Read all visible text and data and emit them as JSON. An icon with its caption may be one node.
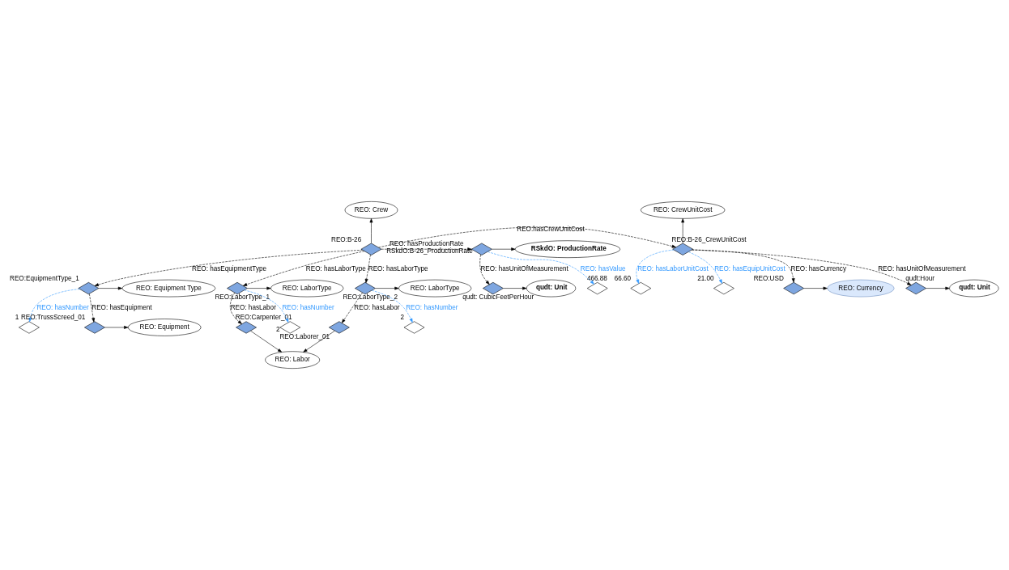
{
  "diagram": {
    "nodes": [
      {
        "text": [
          "REO: CrewUnitCost"
        ]
      },
      {
        "text": [
          "REO: Crew"
        ]
      },
      {
        "text": [],
        "shape": "diamond",
        "beside": [
          "REO:B-26_CrewUnitCost"
        ]
      },
      {
        "text": [],
        "shape": "diamond",
        "beside": [
          "REO:B-26"
        ]
      },
      {
        "text": [],
        "shape": "diamond",
        "beside": [
          "RSkdO:B-26_ProductionRate"
        ]
      },
      {
        "text": [
          "RSkdO: ProductionRate"
        ]
      },
      {
        "text": [
          "qudt: Unit"
        ]
      },
      {
        "text": [],
        "shape": "diamond",
        "beside": [
          "qudt:Hour"
        ]
      },
      {
        "text": [],
        "shape": "diamond",
        "beside": [
          "66.60"
        ]
      },
      {
        "text": [],
        "shape": "diamond",
        "beside": [
          "466.88"
        ]
      },
      {
        "text": [],
        "shape": "diamond",
        "beside": [
          "qudt: CubicFeetPerHour"
        ]
      },
      {
        "text": [
          "qudt: Unit"
        ]
      },
      {
        "text": [],
        "shape": "diamond",
        "beside": [
          "21.00"
        ]
      },
      {
        "text": [
          "REO: Currency"
        ]
      },
      {
        "text": [],
        "shape": "diamond",
        "beside": [
          "REO:USD"
        ]
      },
      {
        "text": [
          "REO: LaborType"
        ]
      },
      {
        "text": [],
        "shape": "diamond",
        "beside": [
          "REO:LaborType_1"
        ]
      },
      {
        "text": [],
        "shape": "diamond",
        "beside": [
          "REO:LaborType_2"
        ]
      },
      {
        "text": [
          "REO: LaborType"
        ]
      },
      {
        "text": [],
        "shape": "diamond",
        "beside": [
          "REO:EquipmentType_1"
        ]
      },
      {
        "text": [
          "REO: Equipment Type"
        ]
      },
      {
        "text": [],
        "shape": "diamond",
        "beside": [
          "REO:Carpenter_01"
        ]
      },
      {
        "text": [],
        "shape": "diamond",
        "beside": [
          "2"
        ]
      },
      {
        "text": [],
        "shape": "diamond",
        "beside": [
          "REO:Laborer_01"
        ]
      },
      {
        "text": [],
        "shape": "diamond",
        "beside": [
          "2"
        ]
      },
      {
        "text": [],
        "shape": "diamond",
        "beside": [
          "1"
        ]
      },
      {
        "text": [],
        "shape": "diamond",
        "beside": [
          "REO:TrussScreed_01"
        ]
      },
      {
        "text": [
          "REO: Equipment"
        ]
      },
      {
        "text": [
          "REO: Labor"
        ]
      }
    ],
    "edges": [
      {
        "from": 2,
        "to": 0,
        "arrow": "to"
      },
      {
        "from": 3,
        "to": 1,
        "arrow": "to"
      },
      {
        "from": 3,
        "to": 2,
        "arrow": "to",
        "label": "REO:hasCrewUnitCost",
        "style": "dashed"
      },
      {
        "from": 3,
        "to": 4,
        "arrow": "to",
        "label": "REO: hasProductionRate",
        "style": "dashed"
      },
      {
        "from": 4,
        "to": 5,
        "arrow": "to"
      },
      {
        "from": 2,
        "to": 7,
        "arrow": "to",
        "label": "REO: hasUnitOfMeasurement",
        "style": "dashed"
      },
      {
        "from": 7,
        "to": 6,
        "arrow": "to"
      },
      {
        "from": 2,
        "to": 8,
        "arrow": "to",
        "label": "REO: hasLaborUnitCost",
        "style": "dashed",
        "color": "#3399ff"
      },
      {
        "from": 2,
        "to": 12,
        "arrow": "to",
        "label": "REO: hasEquipUnitCost",
        "style": "dashed",
        "color": "#3399ff"
      },
      {
        "from": 2,
        "to": 14,
        "arrow": "to",
        "label": "REO: hasCurrency",
        "style": "dashed"
      },
      {
        "from": 14,
        "to": 13,
        "arrow": "to"
      },
      {
        "from": 4,
        "to": 9,
        "arrow": "to",
        "label": "REO: hasValue",
        "style": "dashed",
        "color": "#3399ff"
      },
      {
        "from": 4,
        "to": 10,
        "arrow": "to",
        "label": "REO: hasUnitOfMeasurement",
        "style": "dashed"
      },
      {
        "from": 10,
        "to": 11,
        "arrow": "to"
      },
      {
        "from": 3,
        "to": 16,
        "arrow": "to",
        "label": "REO: hasLaborType",
        "style": "dashed"
      },
      {
        "from": 3,
        "to": 17,
        "arrow": "to",
        "label": "REO: hasLaborType",
        "style": "dashed"
      },
      {
        "from": 3,
        "to": 19,
        "arrow": "to",
        "label": "REO: hasEquipmentType",
        "style": "dashed"
      },
      {
        "from": 16,
        "to": 15,
        "arrow": "to"
      },
      {
        "from": 17,
        "to": 18,
        "arrow": "to"
      },
      {
        "from": 19,
        "to": 20,
        "arrow": "to"
      },
      {
        "from": 16,
        "to": 21,
        "arrow": "to",
        "label": "REO: hasLabor",
        "style": "dashed"
      },
      {
        "from": 16,
        "to": 22,
        "arrow": "to",
        "label": "REO: hasNumber",
        "style": "dashed",
        "color": "#3399ff"
      },
      {
        "from": 17,
        "to": 23,
        "arrow": "to",
        "label": "REO: hasLabor",
        "style": "dashed"
      },
      {
        "from": 17,
        "to": 24,
        "arrow": "to",
        "label": "REO: hasNumber",
        "style": "dashed",
        "color": "#3399ff"
      },
      {
        "from": 19,
        "to": 25,
        "arrow": "to",
        "label": "REO: hasNumber",
        "style": "dashed",
        "color": "#3399ff"
      },
      {
        "from": 19,
        "to": 26,
        "arrow": "to",
        "label": "REO: hasEquipment",
        "style": "dashed"
      },
      {
        "from": 26,
        "to": 27,
        "arrow": "to"
      },
      {
        "from": 21,
        "to": 28,
        "arrow": "to"
      },
      {
        "from": 23,
        "to": 28,
        "arrow": "to"
      }
    ]
  }
}
